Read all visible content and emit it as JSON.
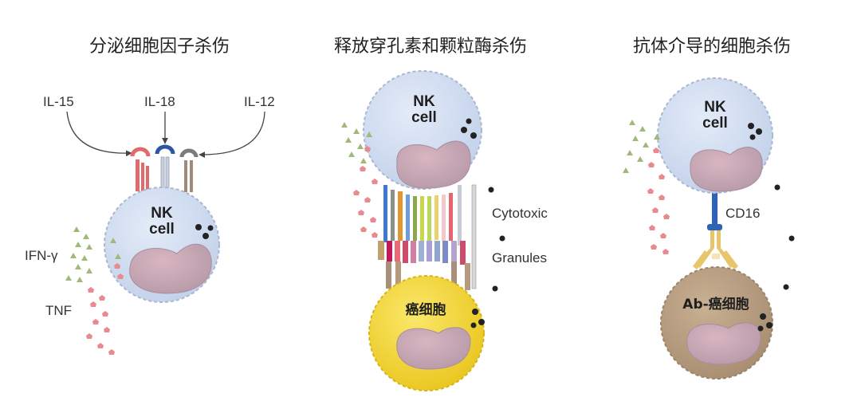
{
  "panels": [
    {
      "title": "分泌细胞因子杀伤",
      "labels": {
        "il15": "IL-15",
        "il18": "IL-18",
        "il12": "IL-12",
        "ifn": "IFN-γ",
        "tnf": "TNF"
      },
      "nk_line1": "NK",
      "nk_line2": "cell"
    },
    {
      "title": "释放穿孔素和颗粒酶杀伤",
      "nk_line1": "NK",
      "nk_line2": "cell",
      "label_cytotoxic": "Cytotoxic",
      "label_granules": "Granules",
      "target": "癌细胞"
    },
    {
      "title": "抗体介导的细胞杀伤",
      "nk_line1": "NK",
      "nk_line2": "cell",
      "label_receptor": "CD16",
      "target": "Ab-癌细胞"
    }
  ],
  "colors": {
    "nk_cell": "#cfdcf0",
    "nk_border": "#a9b7cf",
    "nucleus": "#c7a6b4",
    "cancer_yellow": "#f4d630",
    "cancer_brown": "#b59a7d",
    "cytokine_green": "#9fb97a",
    "cytokine_pink": "#e88a8e",
    "il15_red": "#e26a6a",
    "il18_blue": "#2c55a8",
    "il12_gray": "#7b7b7b",
    "cd16_blue": "#2d63b8",
    "antibody_yellow": "#e8c46a"
  }
}
